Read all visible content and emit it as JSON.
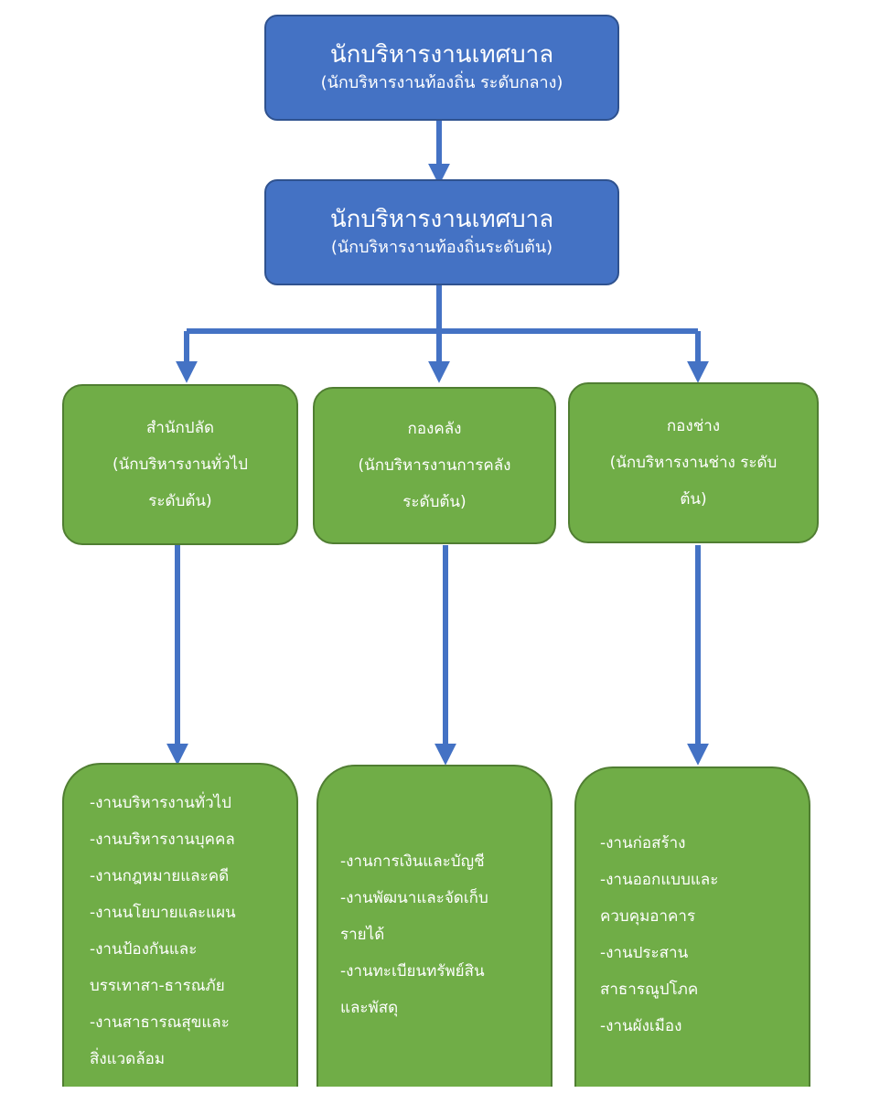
{
  "top": {
    "title": "นักบริหารงานเทศบาล",
    "subtitle": "(นักบริหารงานท้องถิ่น ระดับกลาง)"
  },
  "second": {
    "title": "นักบริหารงานเทศบาล",
    "subtitle": "(นักบริหารงานท้องถิ่นระดับต้น)"
  },
  "divisions": [
    {
      "lines": [
        "สำนักปลัด",
        "(นักบริหารงานทั่วไป",
        "ระดับต้น)"
      ]
    },
    {
      "lines": [
        "กองคลัง",
        "(นักบริหารงานการคลัง",
        "ระดับต้น)"
      ]
    },
    {
      "lines": [
        "กองช่าง",
        "(นักบริหารงานช่าง ระดับ",
        "ต้น)"
      ]
    }
  ],
  "tasks": [
    {
      "lines": [
        "-งานบริหารงานทั่วไป",
        "-งานบริหารงานบุคคล",
        "-งานกฎหมายและคดี",
        "-งานนโยบายและแผน",
        "-งานป้องกันและ",
        "บรรเทาสา-ธารณภัย",
        "-งานสาธารณสุขและ",
        "สิ่งแวดล้อม"
      ]
    },
    {
      "lines": [
        "-งานการเงินและบัญชี",
        "-งานพัฒนาและจัดเก็บ",
        "รายได้",
        "-งานทะเบียนทรัพย์สิน",
        "และพัสดุ"
      ]
    },
    {
      "lines": [
        "-งานก่อสร้าง",
        "-งานออกแบบและ",
        "ควบคุมอาคาร",
        "-งานประสาน",
        "สาธารณูปโภค",
        "-งานผังเมือง"
      ]
    }
  ],
  "colors": {
    "blue_box": "#4472c4",
    "green_box": "#70ad47",
    "connector": "#4472c4"
  }
}
